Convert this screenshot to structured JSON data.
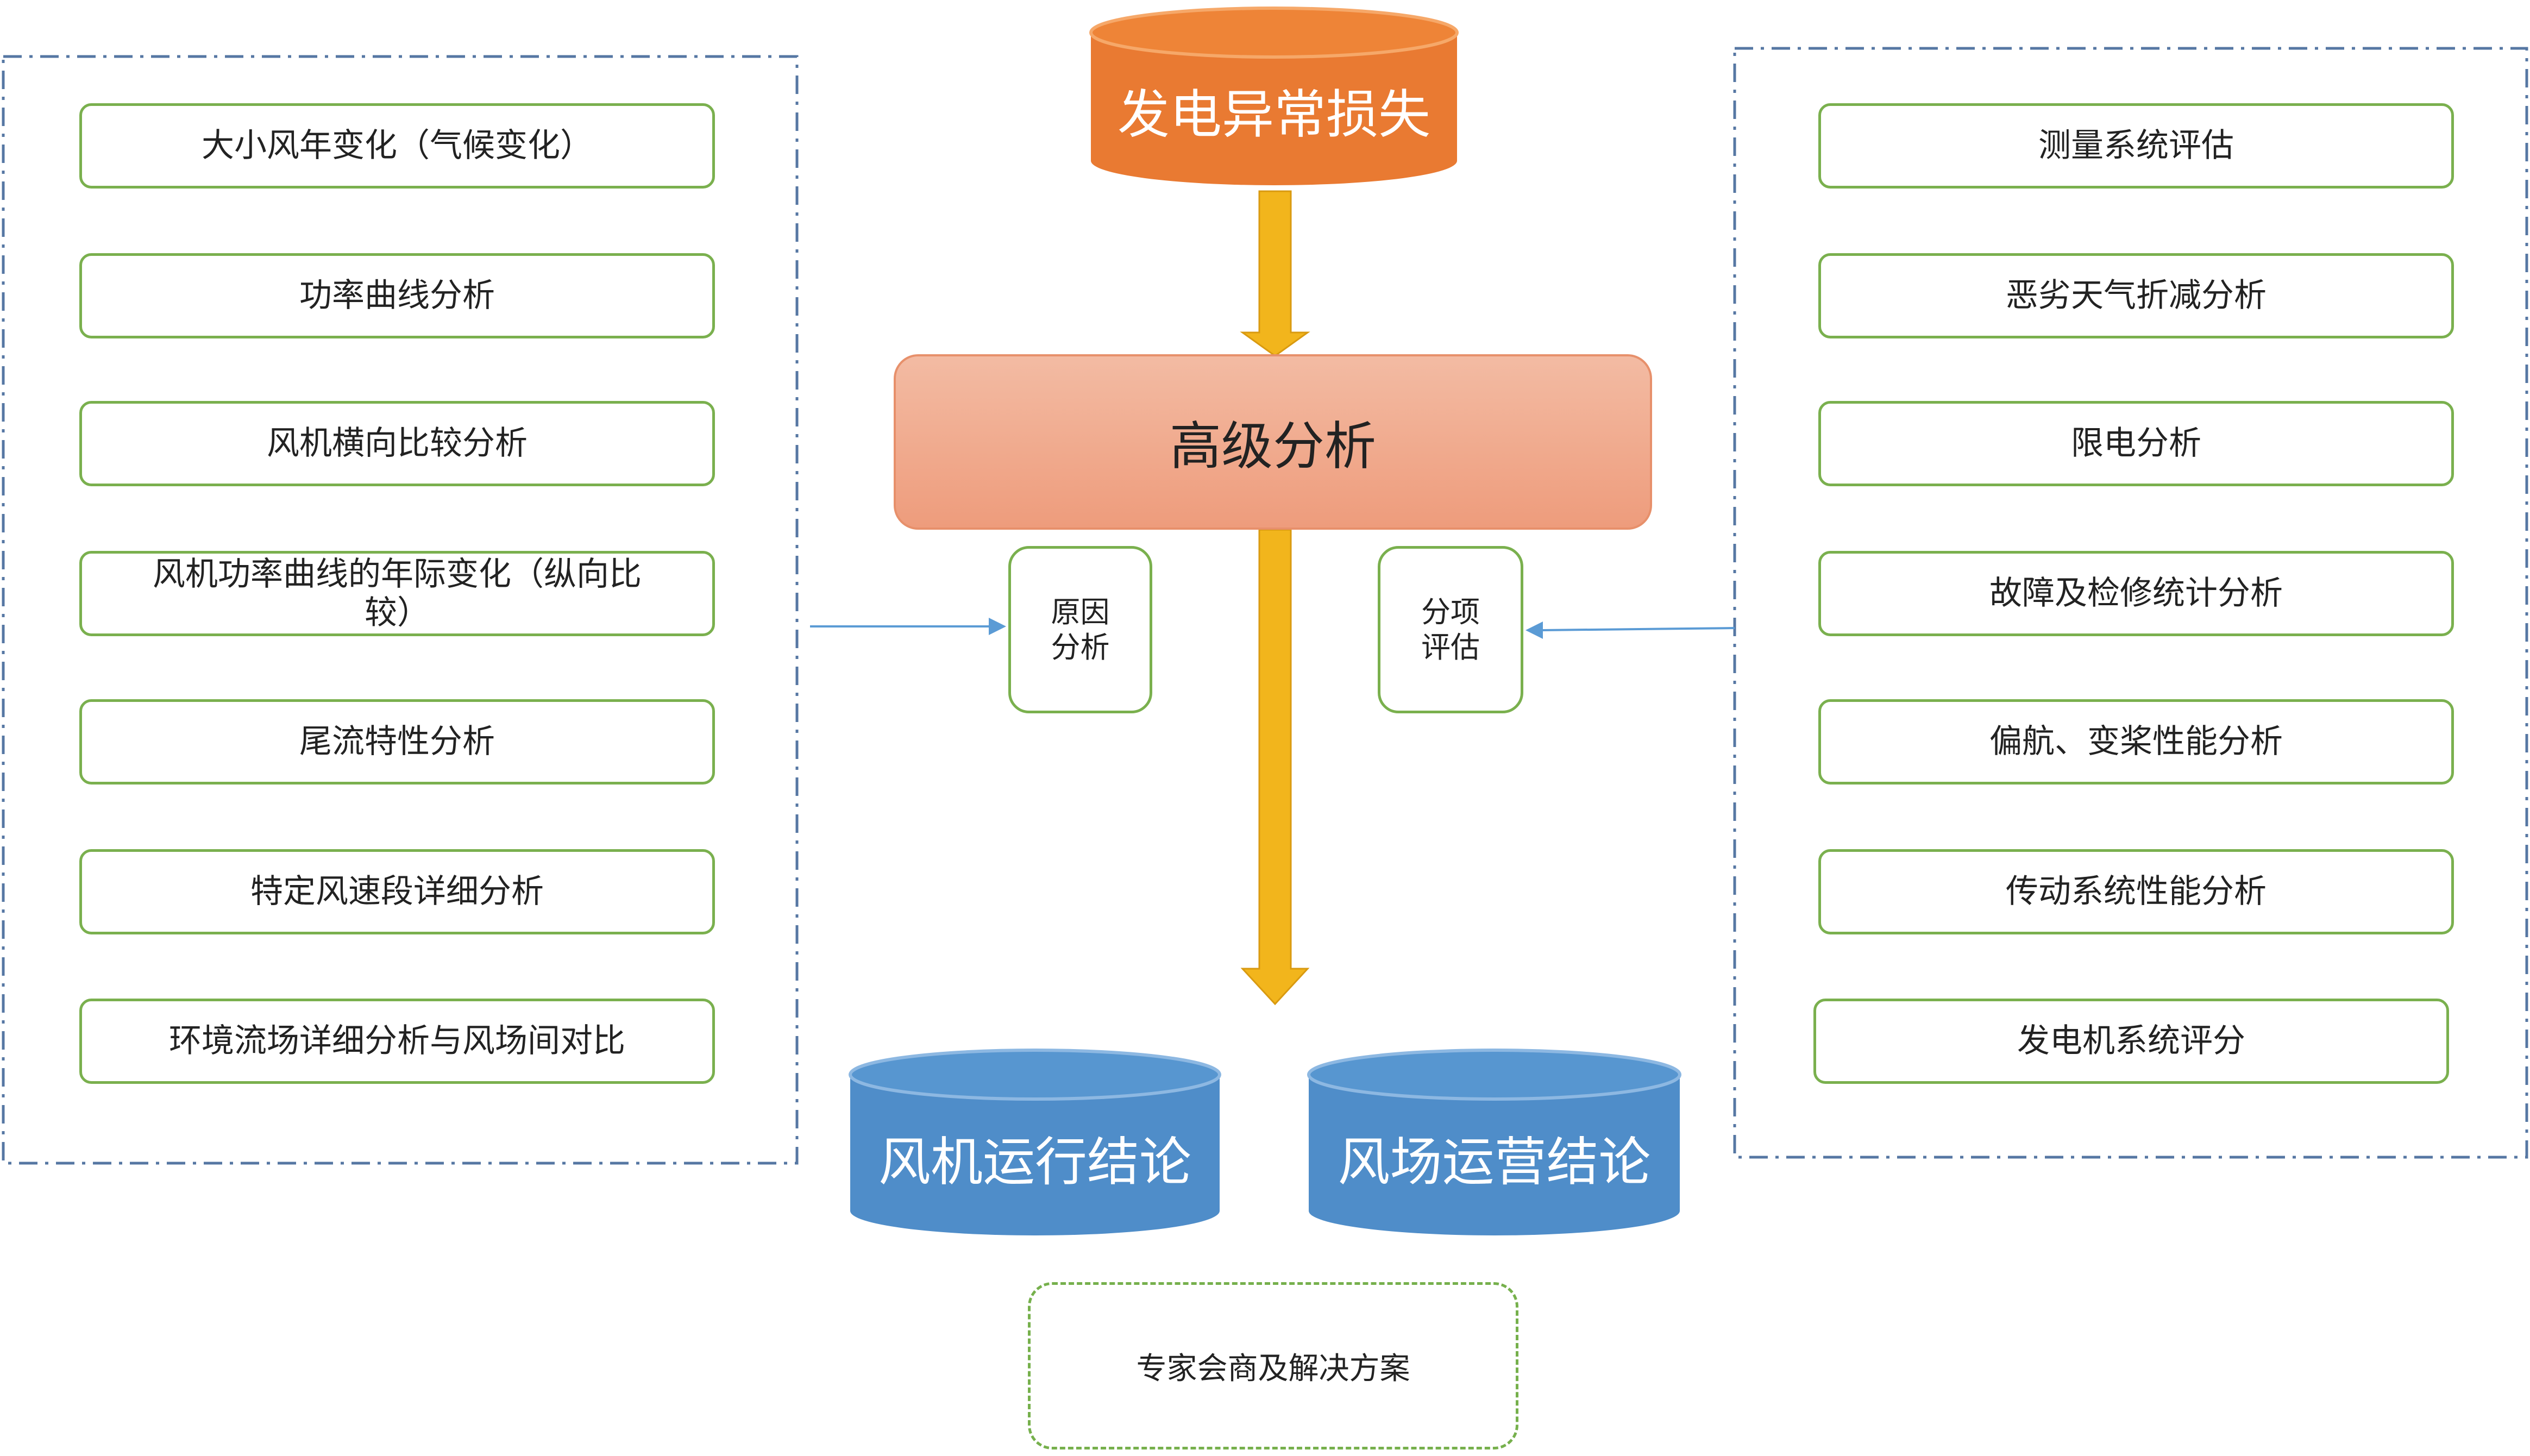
{
  "source_loss": {
    "label": "发电异常损失"
  },
  "advanced_analysis": {
    "label": "高级分析"
  },
  "cause_analysis": {
    "lines": [
      "原因",
      "分析"
    ]
  },
  "itemized_evaluation": {
    "lines": [
      "分项",
      "评估"
    ]
  },
  "left_panel": {
    "items": [
      {
        "lines": [
          "大小风年变化（气候变化）"
        ]
      },
      {
        "lines": [
          "功率曲线分析"
        ]
      },
      {
        "lines": [
          "风机横向比较分析"
        ]
      },
      {
        "lines": [
          "风机功率曲线的年际变化（纵向比",
          "较）"
        ]
      },
      {
        "lines": [
          "尾流特性分析"
        ]
      },
      {
        "lines": [
          "特定风速段详细分析"
        ]
      },
      {
        "lines": [
          "环境流场详细分析与风场间对比"
        ]
      }
    ]
  },
  "right_panel": {
    "items": [
      {
        "lines": [
          "测量系统评估"
        ]
      },
      {
        "lines": [
          "恶劣天气折减分析"
        ]
      },
      {
        "lines": [
          "限电分析"
        ]
      },
      {
        "lines": [
          "故障及检修统计分析"
        ]
      },
      {
        "lines": [
          "偏航、变桨性能分析"
        ]
      },
      {
        "lines": [
          "传动系统性能分析"
        ]
      },
      {
        "lines": [
          "发电机系统评分"
        ]
      }
    ]
  },
  "conclusions": [
    {
      "label": "风机运行结论"
    },
    {
      "label": "风场运营结论"
    }
  ],
  "expert_consultation": {
    "label": "专家会商及解决方案"
  },
  "colors": {
    "source_body": "#E97A32",
    "source_top": "#EE8437",
    "source_rim": "#F6A869",
    "conclusion_body": "#4F8DC9",
    "conclusion_top": "#5796D0",
    "conclusion_rim": "#8DB8E2",
    "flow_arrow": "#F2B51C",
    "flow_arrow_edge": "#D99A10",
    "advanced_top": "#F3BBA3",
    "advanced_bottom": "#EE9C7C",
    "advanced_border": "#E7906B",
    "item_border": "#7AB04E",
    "frame": "#5677A3",
    "link_arrow": "#5B9BD5",
    "expert_border": "#76B04C"
  }
}
